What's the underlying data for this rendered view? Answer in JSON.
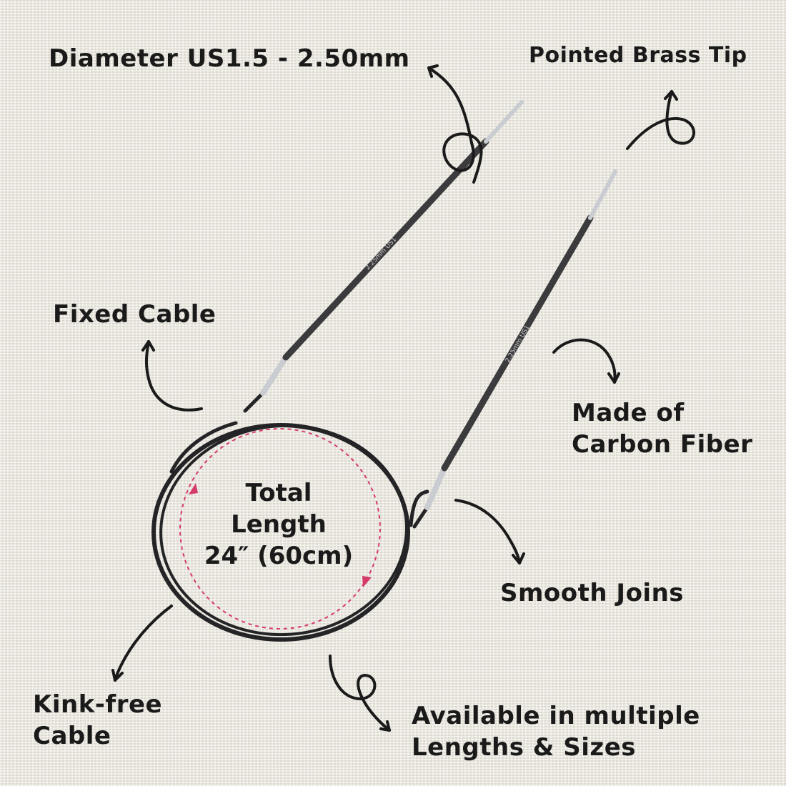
{
  "labels": {
    "diameter": "Diameter US1.5 - 2.50mm",
    "brass_tip": "Pointed Brass Tip",
    "fixed_cable": "Fixed Cable",
    "carbon_fiber": [
      "Made of",
      "Carbon Fiber"
    ],
    "smooth_joins": "Smooth Joins",
    "kink_free": [
      "Kink-free",
      "Cable"
    ],
    "available": [
      "Available in multiple",
      "Lengths & Sizes"
    ]
  },
  "total_length": [
    "Total",
    "Length",
    "24″ (60cm)"
  ],
  "needle_marking": "2.25mm US1",
  "colors": {
    "background": "#ece8de",
    "text": "#1a1a1a",
    "needle_shaft": "#3b3b3d",
    "cable": "#242426",
    "metal": "#c9ccd0",
    "dashed_circle": "#d63a6a"
  }
}
